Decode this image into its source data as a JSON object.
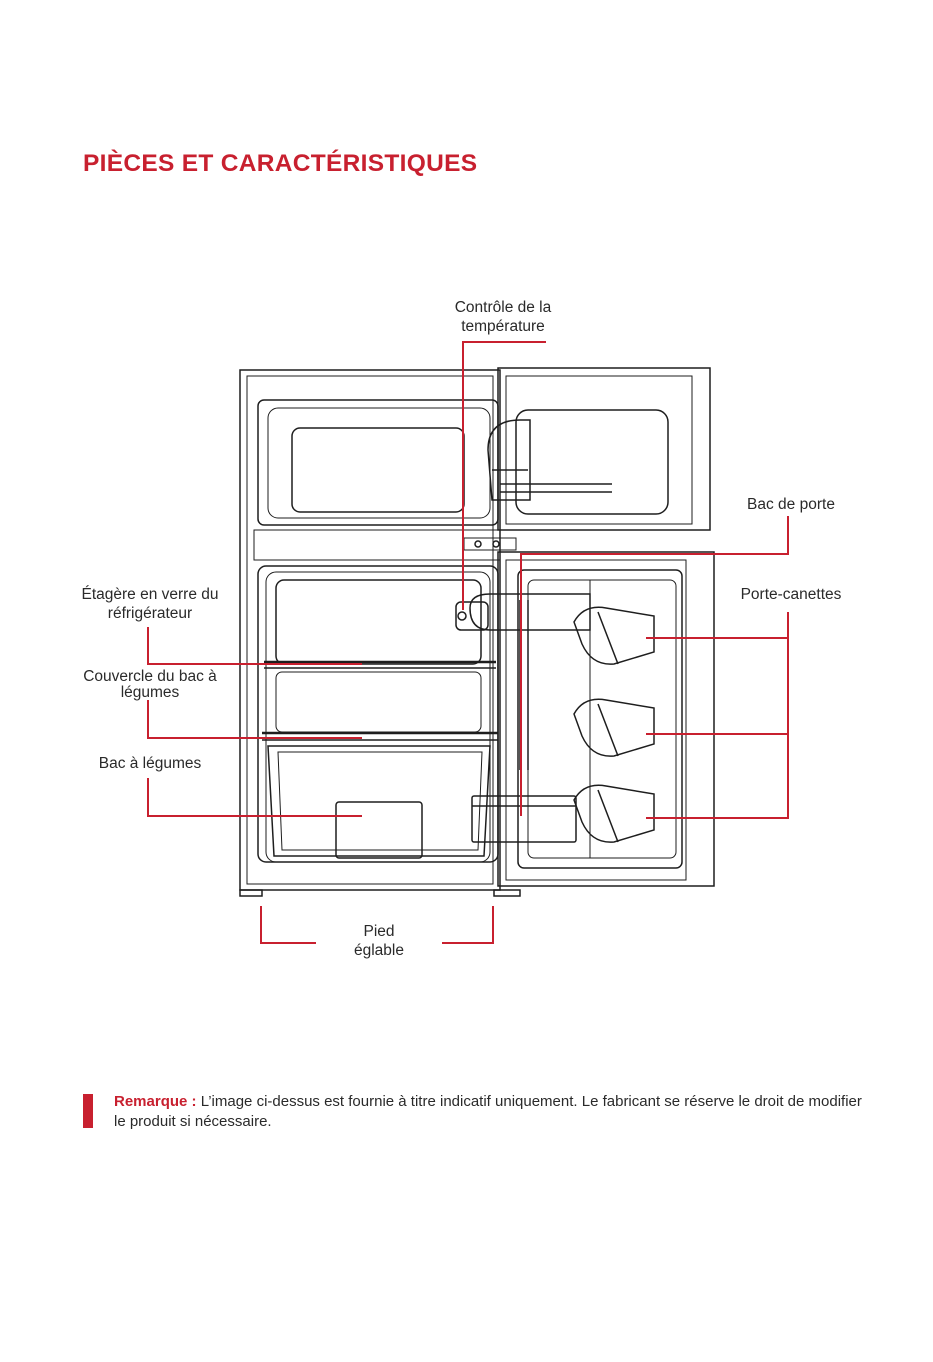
{
  "page": {
    "title": "PIÈCES ET CARACTÉRISTIQUES",
    "accent_color": "#c8202f",
    "text_color": "#2a2a2a"
  },
  "labels": {
    "temperature_control_l1": "Contrôle de la",
    "temperature_control_l2": "température",
    "door_bin": "Bac de porte",
    "can_holders": "Porte-canettes",
    "glass_shelf_l1": "Étagère en verre du",
    "glass_shelf_l2": "réfrigérateur",
    "crisper_cover_l1": "Couvercle du bac à",
    "crisper_cover_l2": "légumes",
    "crisper": "Bac à légumes",
    "foot_l1": "Pied",
    "foot_l2": "églable"
  },
  "note": {
    "label": "Remarque :",
    "text": " L’image ci-dessus est fournie à titre indicatif uniquement. Le fabricant se réserve le droit de modifier le produit si nécessaire."
  }
}
